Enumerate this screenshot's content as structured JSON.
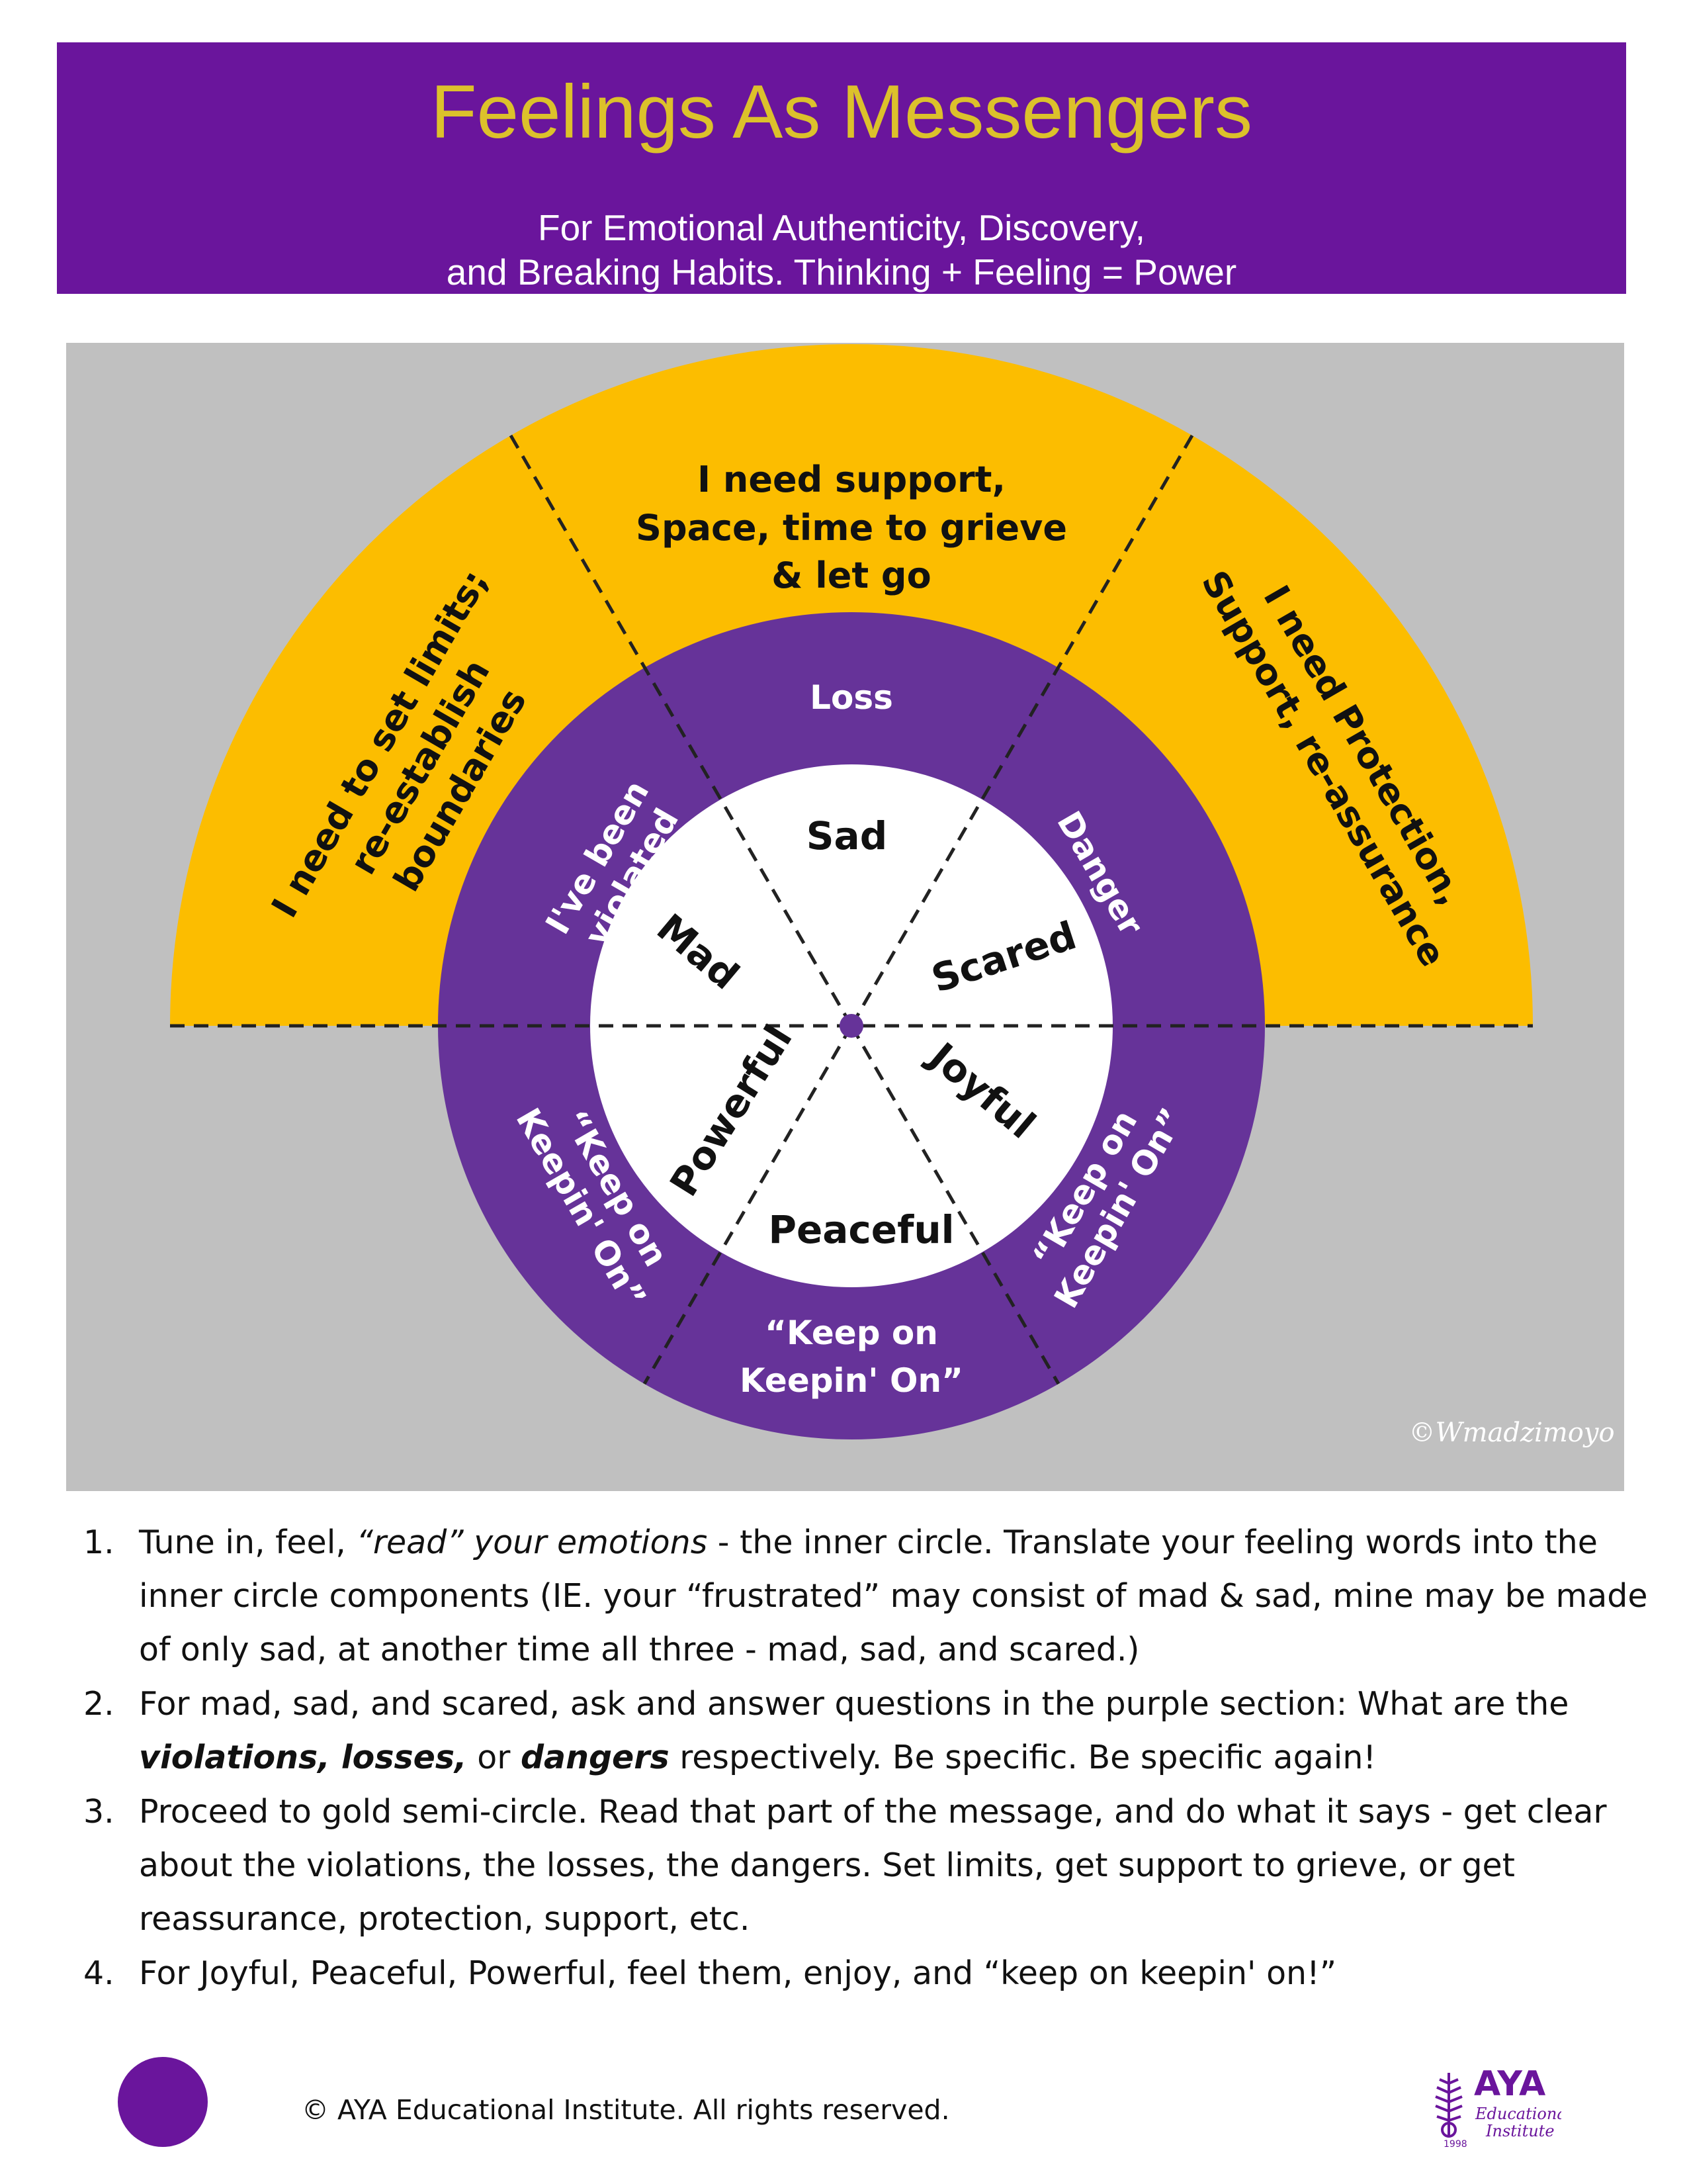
{
  "header": {
    "title": "Feelings As Messengers",
    "subtitle_line1": "For Emotional Authenticity, Discovery,",
    "subtitle_line2": "and Breaking Habits. Thinking + Feeling  = Power"
  },
  "diagram": {
    "outer_ring": {
      "left": [
        "I need to set limits;",
        "re-establish",
        "boundaries"
      ],
      "top": [
        "I need support,",
        "Space, time to grieve",
        "& let go"
      ],
      "right": [
        "I need Protection,",
        "Support, re-assurance"
      ]
    },
    "middle_ring": {
      "top": [
        "Loss"
      ],
      "upper_left": [
        "I've been",
        "violated"
      ],
      "upper_right": [
        "Danger"
      ],
      "lower_left": [
        "“Keep on",
        "Keepin' On”"
      ],
      "bottom": [
        "“Keep on",
        "Keepin' On”"
      ],
      "lower_right": [
        "“Keep on",
        "Keepin' On”"
      ]
    },
    "inner_circle": {
      "sad": "Sad",
      "mad": "Mad",
      "scared": "Scared",
      "powerful": "Powerful",
      "joyful": "Joyful",
      "peaceful": "Peaceful"
    },
    "signature": "©Wmadzimoyo",
    "colors": {
      "gold": "#fcbd00",
      "purple": "#663399",
      "background": "#c0c0c0",
      "header": "#6a159c"
    }
  },
  "steps": [
    {
      "number": "1.",
      "segments": [
        {
          "text": "Tune in, feel, ",
          "style": "normal"
        },
        {
          "text": "“read” your emotions",
          "style": "italic"
        },
        {
          "text": " - the inner circle. Translate your feeling words into the inner circle components (IE. your “frustrated” may consist of mad & sad, mine may be made of only sad, at another time all three - mad, sad, and scared.)",
          "style": "normal"
        }
      ]
    },
    {
      "number": "2.",
      "segments": [
        {
          "text": "For mad, sad, and scared, ask and answer questions in the purple section: What are the ",
          "style": "normal"
        },
        {
          "text": "violations, losses,",
          "style": "bold-italic"
        },
        {
          "text": " or ",
          "style": "normal"
        },
        {
          "text": "dangers",
          "style": "bold-italic"
        },
        {
          "text": " respectively. Be specific. Be specific again!",
          "style": "normal"
        }
      ]
    },
    {
      "number": "3.",
      "segments": [
        {
          "text": "Proceed to gold semi-circle. Read that part of the message, and do what it says - get clear about the violations, the losses, the dangers. Set limits, get support to grieve, or get reassurance, protection, support, etc.",
          "style": "normal"
        }
      ]
    },
    {
      "number": "4.",
      "segments": [
        {
          "text": "For Joyful, Peaceful, Powerful, feel them, enjoy, and “keep on keepin' on!”",
          "style": "normal"
        }
      ]
    }
  ],
  "footer": {
    "copyright": "© AYA Educational Institute. All rights reserved.",
    "logo_name": "AYA",
    "logo_line1": "Educational",
    "logo_line2": "Institute",
    "logo_year": "1998"
  }
}
